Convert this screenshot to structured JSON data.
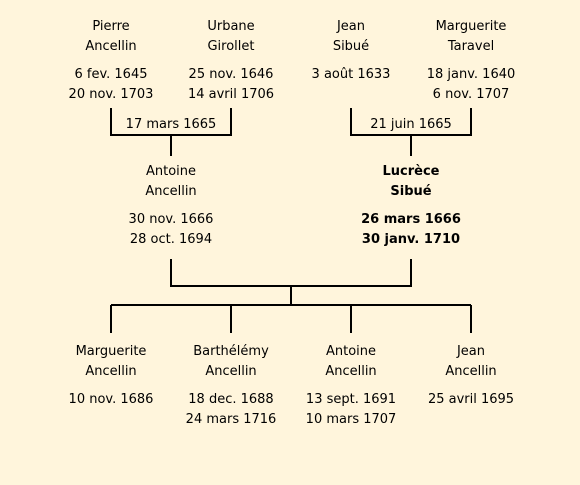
{
  "grandparents": [
    {
      "first": "Pierre",
      "last": "Ancellin",
      "birth": "6 fev. 1645",
      "death": "20 nov. 1703"
    },
    {
      "first": "Urbane",
      "last": "Girollet",
      "birth": "25 nov. 1646",
      "death": "14 avril 1706"
    },
    {
      "first": "Jean",
      "last": "Sibué",
      "birth": "3 août 1633",
      "death": ""
    },
    {
      "first": "Marguerite",
      "last": "Taravel",
      "birth": "18 janv. 1640",
      "death": "6 nov. 1707"
    }
  ],
  "marriages": {
    "paternal": "17 mars 1665",
    "maternal": "21 juin 1665"
  },
  "parents": [
    {
      "first": "Antoine",
      "last": "Ancellin",
      "birth": "30 nov. 1666",
      "death": "28 oct. 1694"
    },
    {
      "first": "Lucrèce",
      "last": "Sibué",
      "birth": "26 mars 1666",
      "death": "30 janv. 1710"
    }
  ],
  "children": [
    {
      "first": "Marguerite",
      "last": "Ancellin",
      "birth": "10 nov. 1686",
      "death": ""
    },
    {
      "first": "Barthélémy",
      "last": "Ancellin",
      "birth": "18 dec. 1688",
      "death": "24 mars 1716"
    },
    {
      "first": "Antoine",
      "last": "Ancellin",
      "birth": "13 sept. 1691",
      "death": "10 mars 1707"
    },
    {
      "first": "Jean",
      "last": "Ancellin",
      "birth": "25 avril 1695",
      "death": ""
    }
  ]
}
